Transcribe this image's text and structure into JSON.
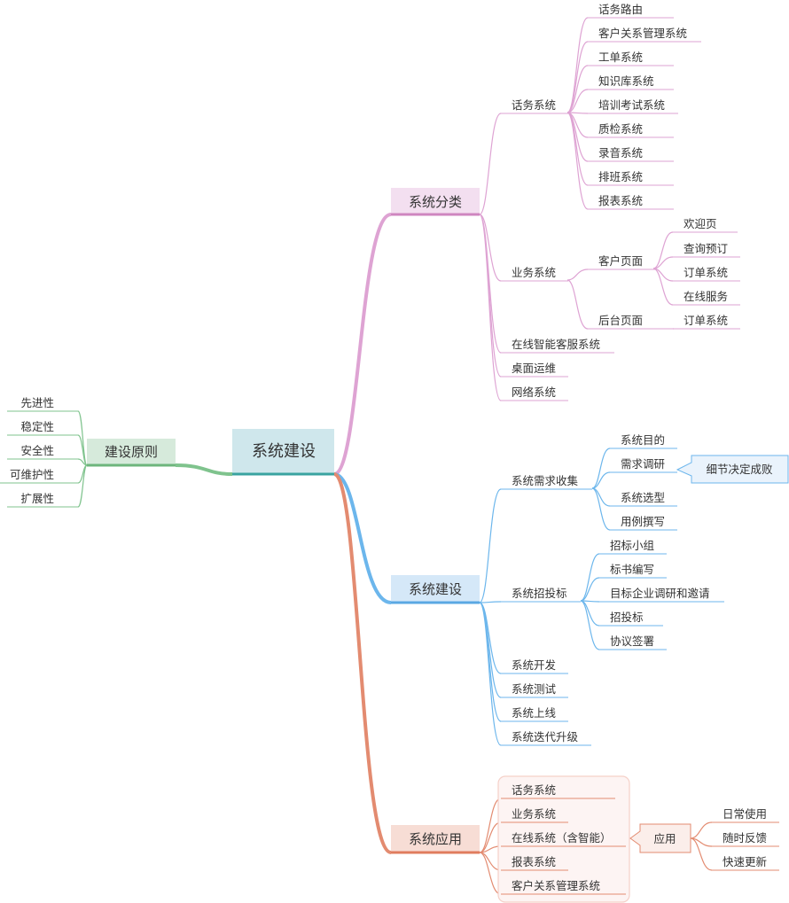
{
  "root": "系统建设",
  "colors": {
    "root_bg": "#cfe7ec",
    "root_line": "#3aa3a0",
    "pink": "#dea3d3",
    "pink_bg": "#f3dff0",
    "blue": "#6cb6ec",
    "blue_bg": "#d5e8f8",
    "orange": "#e38b70",
    "orange_bg": "#f7ddd5",
    "green": "#7fc38d",
    "green_bg": "#d6eadb"
  },
  "classification": {
    "label": "系统分类",
    "children": [
      {
        "label": "话务系统",
        "children": [
          "话务路由",
          "客户关系管理系统",
          "工单系统",
          "知识库系统",
          "培训考试系统",
          "质检系统",
          "录音系统",
          "排班系统",
          "报表系统"
        ]
      },
      {
        "label": "业务系统",
        "children": [
          {
            "label": "客户页面",
            "children": [
              "欢迎页",
              "查询预订",
              "订单系统",
              "在线服务"
            ]
          },
          {
            "label": "后台页面",
            "children": [
              "订单系统"
            ]
          }
        ]
      },
      {
        "label": "在线智能客服系统"
      },
      {
        "label": "桌面运维"
      },
      {
        "label": "网络系统"
      }
    ]
  },
  "construction": {
    "label": "系统建设",
    "children": [
      {
        "label": "系统需求收集",
        "children": [
          "系统目的",
          "需求调研",
          "系统选型",
          "用例撰写"
        ],
        "callout": "细节决定成败"
      },
      {
        "label": "系统招投标",
        "children": [
          "招标小组",
          "标书编写",
          "目标企业调研和邀请",
          "招投标",
          "协议签署"
        ]
      },
      {
        "label": "系统开发"
      },
      {
        "label": "系统测试"
      },
      {
        "label": "系统上线"
      },
      {
        "label": "系统迭代升级"
      }
    ]
  },
  "application": {
    "label": "系统应用",
    "children": [
      "话务系统",
      "业务系统",
      "在线系统（含智能）",
      "报表系统",
      "客户关系管理系统"
    ],
    "summary": {
      "label": "应用",
      "children": [
        "日常使用",
        "随时反馈",
        "快速更新"
      ]
    }
  },
  "principles": {
    "label": "建设原则",
    "children": [
      "先进性",
      "稳定性",
      "安全性",
      "可维护性",
      "扩展性"
    ]
  }
}
